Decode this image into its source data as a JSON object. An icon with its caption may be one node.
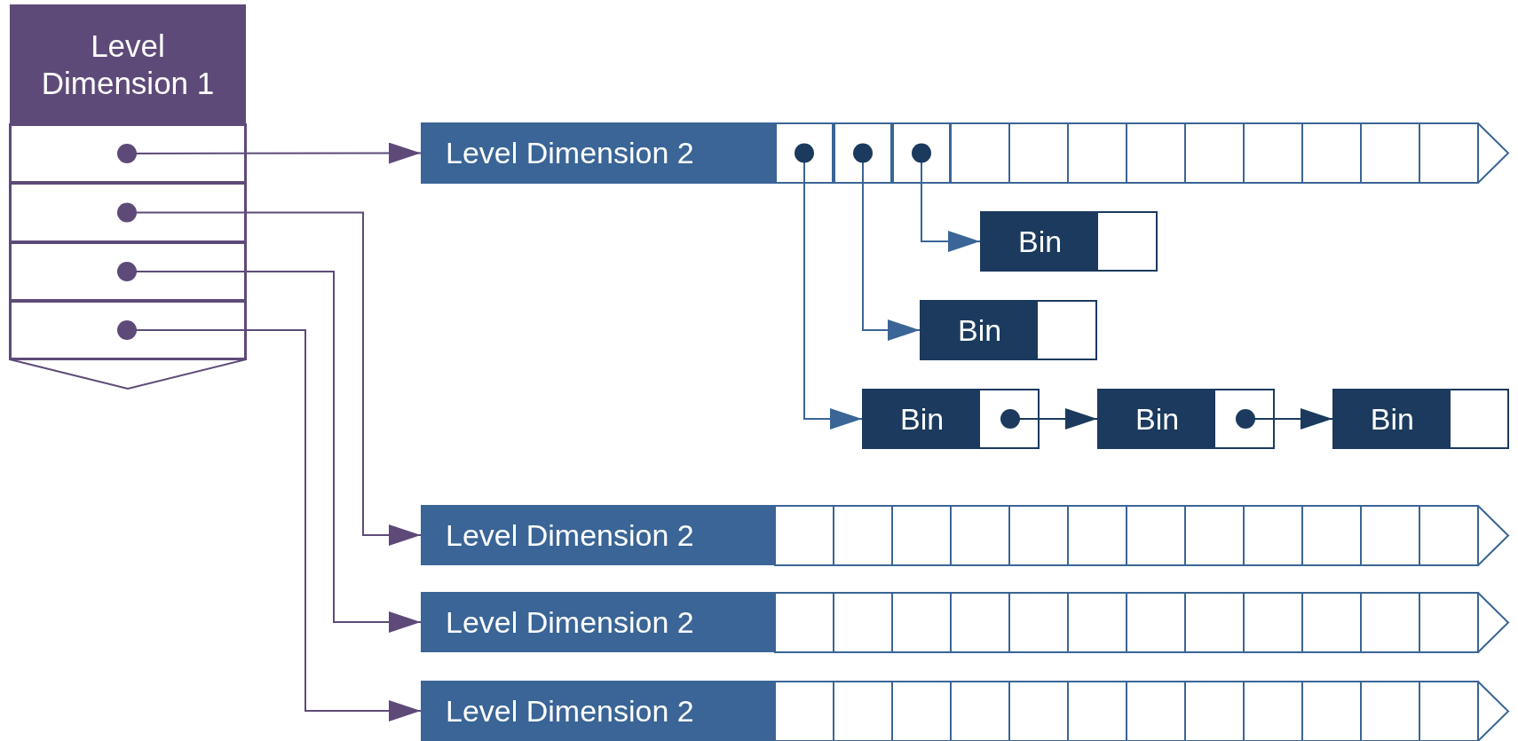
{
  "diagram": {
    "nodes": [
      {
        "text": [
          "Level Dimension 1"
        ]
      },
      {
        "text": [],
        "shape": "box"
      },
      {
        "text": [],
        "shape": "box"
      },
      {
        "text": [],
        "shape": "box"
      },
      {
        "text": [],
        "shape": "box"
      },
      {
        "text": [
          "Level Dimension 2"
        ]
      },
      {
        "text": [
          "Level Dimension 2"
        ]
      },
      {
        "text": [
          "Level Dimension 2"
        ]
      },
      {
        "text": [
          "Level Dimension 2"
        ]
      },
      {
        "text": [],
        "shape": "box"
      },
      {
        "text": [],
        "shape": "box"
      },
      {
        "text": [],
        "shape": "box"
      },
      {
        "text": [
          "Bin"
        ]
      },
      {
        "text": [
          "Bin"
        ]
      },
      {
        "text": [
          "Bin"
        ]
      },
      {
        "text": [
          "Bin"
        ]
      },
      {
        "text": [
          "Bin"
        ]
      }
    ],
    "edges": [
      {
        "from": 1,
        "to": 5,
        "arrow": "to"
      },
      {
        "from": 2,
        "to": 6,
        "arrow": "to"
      },
      {
        "from": 3,
        "to": 7,
        "arrow": "to"
      },
      {
        "from": 4,
        "to": 8,
        "arrow": "to"
      },
      {
        "from": 11,
        "to": 12,
        "arrow": "to",
        "color": "#3a6596"
      },
      {
        "from": 10,
        "to": 13,
        "arrow": "to",
        "color": "#3a6596"
      },
      {
        "from": 9,
        "to": 14,
        "arrow": "to",
        "color": "#3a6596"
      },
      {
        "from": 14,
        "to": 15,
        "arrow": "to",
        "color": "#1b3a5e"
      },
      {
        "from": 15,
        "to": 16,
        "arrow": "to",
        "color": "#1b3a5e"
      }
    ]
  }
}
